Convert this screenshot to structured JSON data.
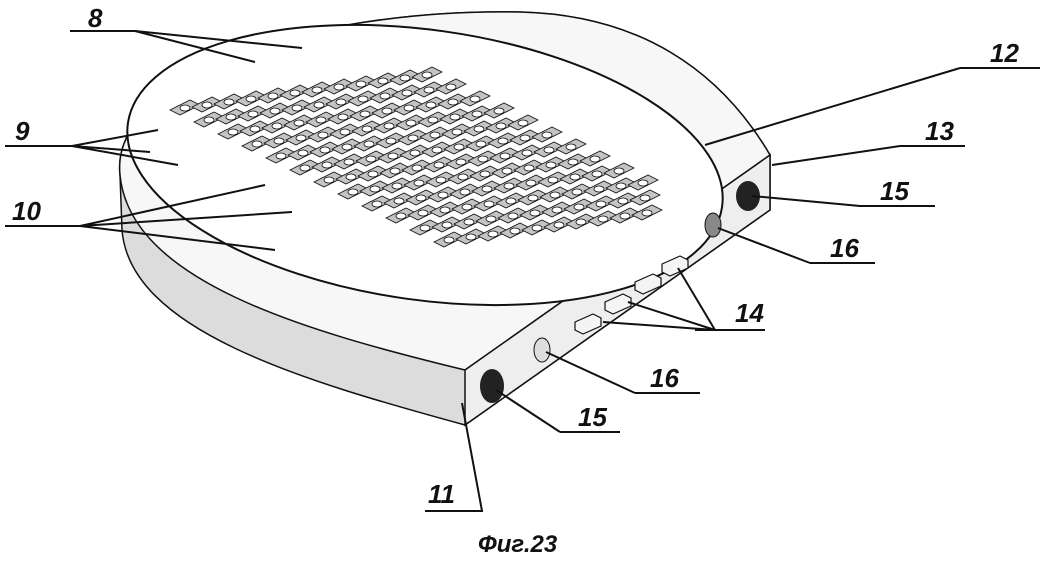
{
  "labels": {
    "l8": "8",
    "l9": "9",
    "l10": "10",
    "l11": "11",
    "l12": "12",
    "l13": "13",
    "l14": "14",
    "l15a": "15",
    "l15b": "15",
    "l16a": "16",
    "l16b": "16"
  },
  "caption": "Фиг.23",
  "colors": {
    "line": "#111111",
    "side": "#d9d9d9",
    "face": "#ececec",
    "tile": "#bdbdbd"
  }
}
